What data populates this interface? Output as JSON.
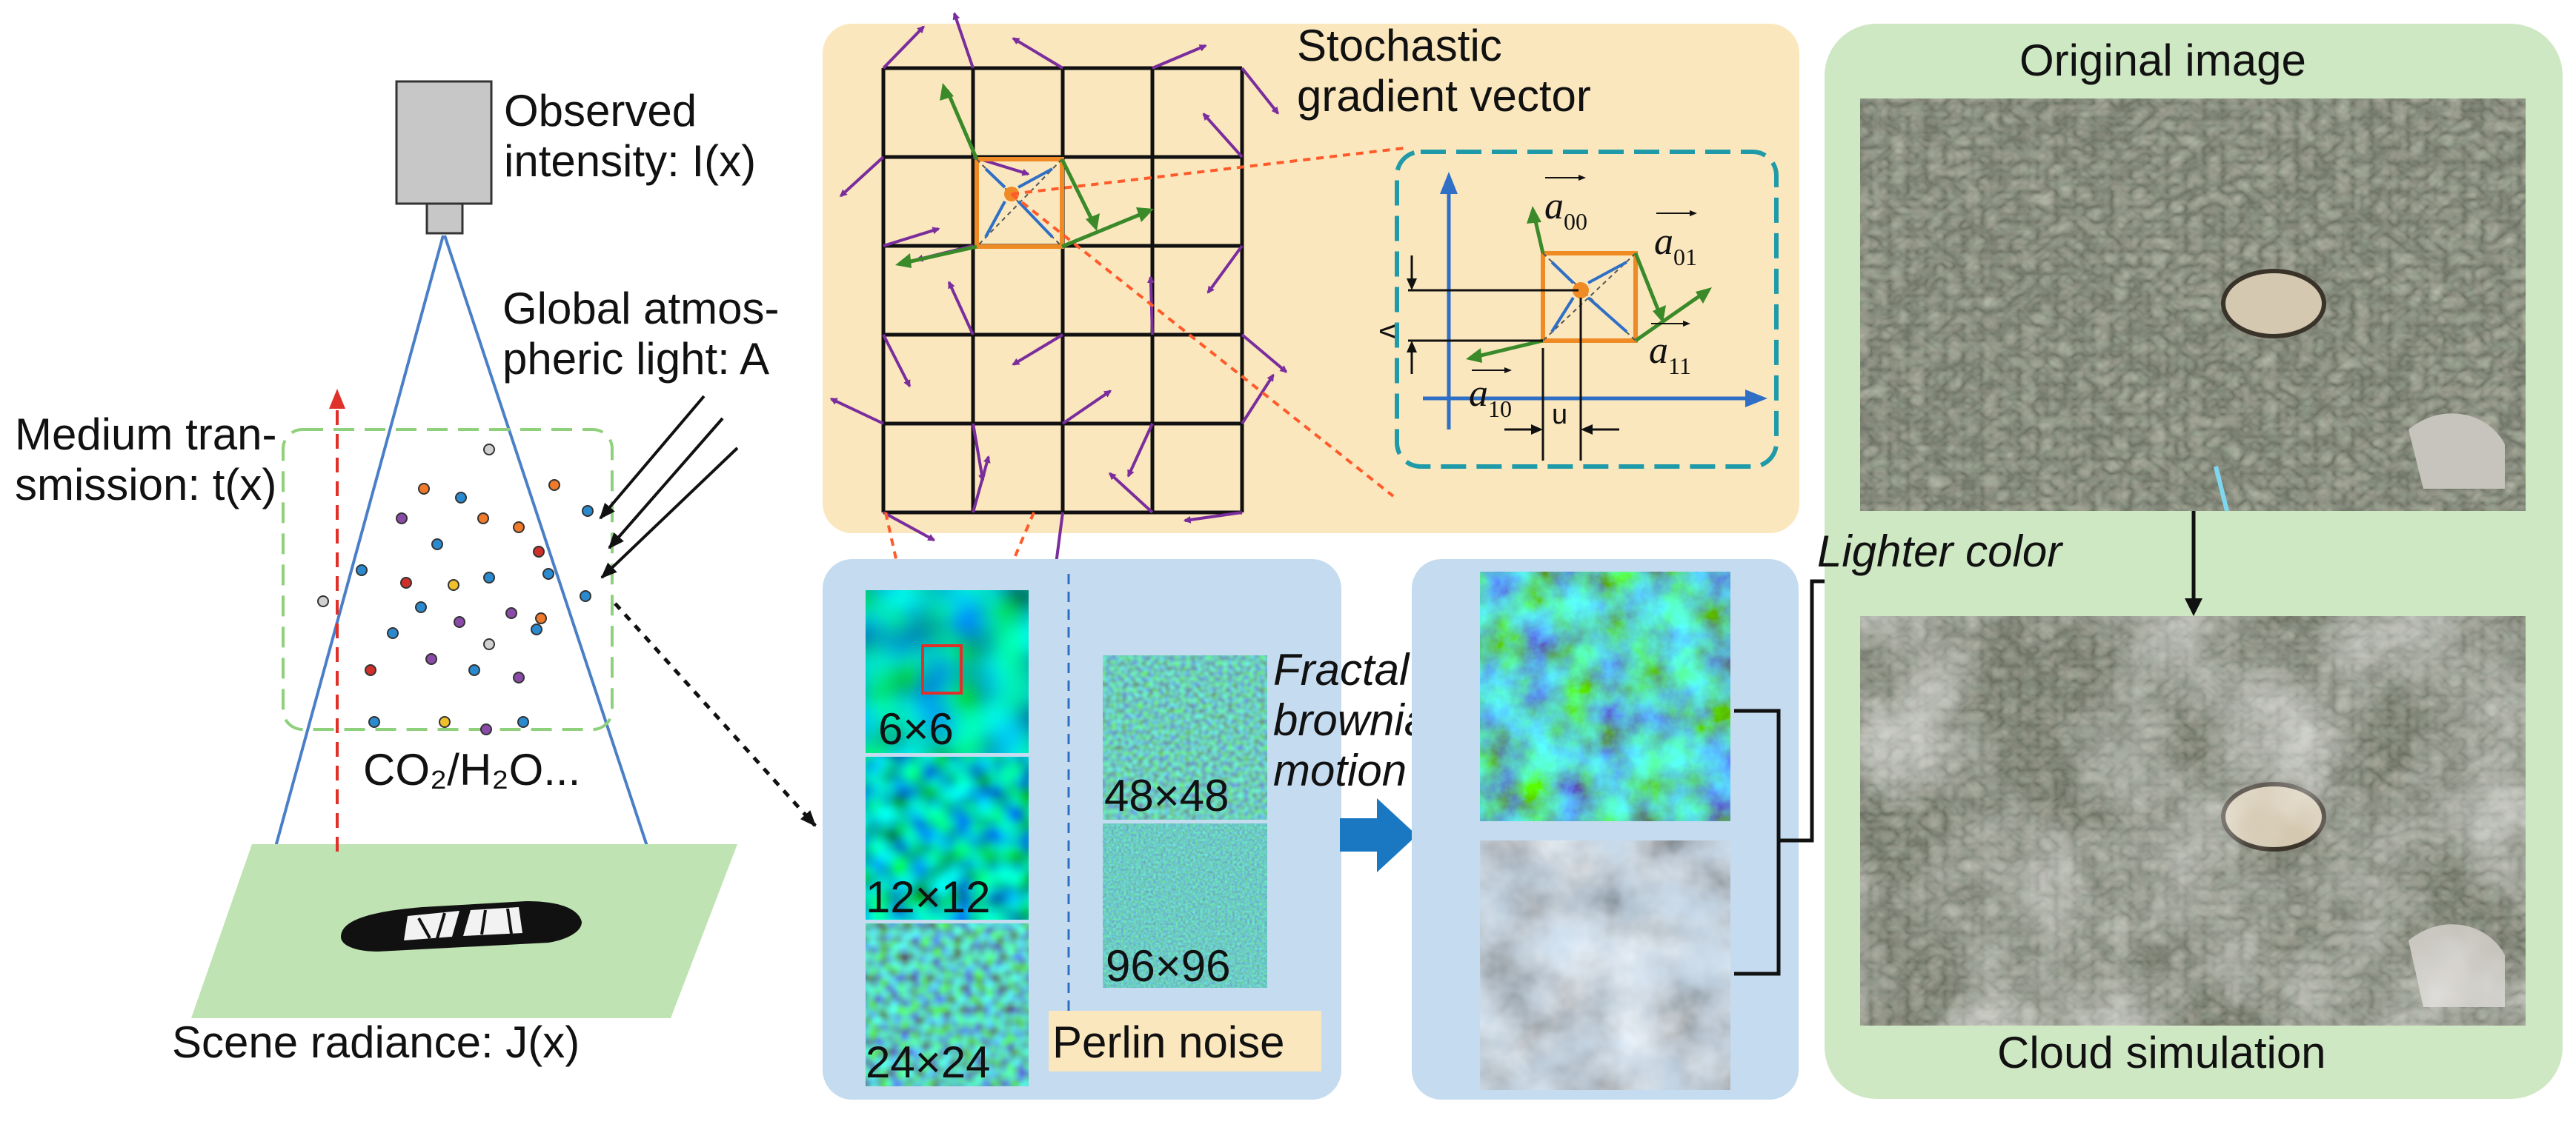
{
  "left_panel": {
    "observed_intensity": [
      "Observed",
      "intensity: I(x)"
    ],
    "global_light": [
      "Global atmos-",
      "pheric light: A"
    ],
    "medium_transmission": [
      "Medium tran-",
      "smission: t(x)"
    ],
    "particles_label": "CO₂/H₂O...",
    "scene_radiance": "Scene radiance: J(x)"
  },
  "gradient_panel": {
    "title": [
      "Stochastic",
      "gradient vector"
    ],
    "inset_labels": {
      "a00": "a",
      "a00_sub": "00",
      "a01": "a",
      "a01_sub": "01",
      "a10": "a",
      "a10_sub": "10",
      "a11": "a",
      "a11_sub": "11",
      "u": "u",
      "v": "v"
    }
  },
  "noise_panel": {
    "octaves_left": [
      "6×6",
      "12×12",
      "24×24"
    ],
    "octaves_right": [
      "48×48",
      "96×96"
    ],
    "perlin_label": "Perlin noise",
    "fbm_label": [
      "Fractal",
      "brownian",
      "motion"
    ]
  },
  "right_panel": {
    "original_title": "Original image",
    "lighter_color": "Lighter color",
    "cloud_title": "Cloud simulation"
  },
  "colors": {
    "gradient_bg": "#fbe7bd",
    "noise_bg": "#c5dbef",
    "result_bg": "#cfe8c4",
    "arrow_purple": "#7a2d9c",
    "arrow_green": "#3a8a2a",
    "accent_orange": "#f08a24",
    "cone_blue": "#4a7fc7",
    "dash_red": "#e0302a",
    "inset_teal": "#1f9aa8",
    "fbm_arrow": "#1a78c2"
  }
}
